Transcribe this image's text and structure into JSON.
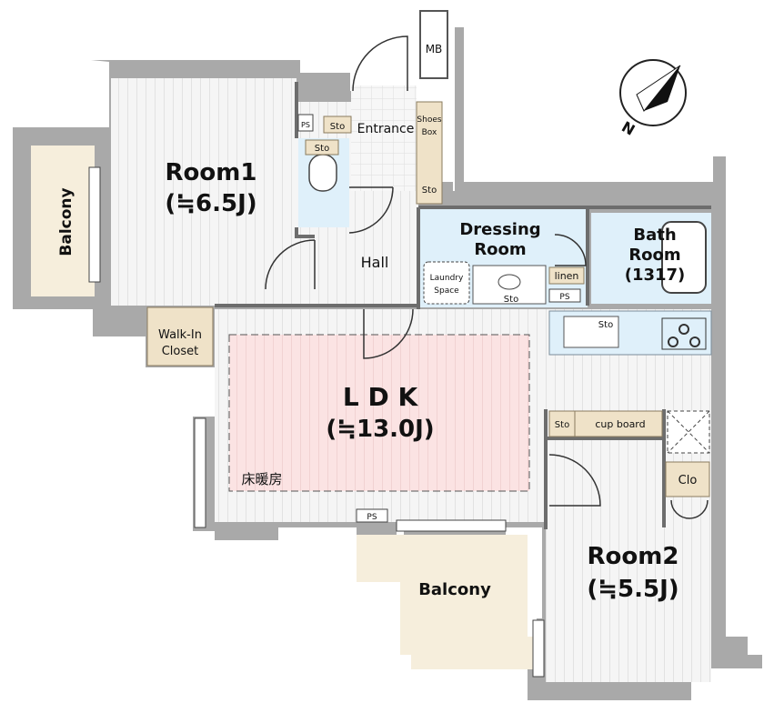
{
  "rooms": {
    "room1": {
      "name": "Room1",
      "size": "(≒6.5J)"
    },
    "room2": {
      "name": "Room2",
      "size": "(≒5.5J)"
    },
    "ldk": {
      "name": "L D K",
      "size": "(≒13.0J)",
      "floor_heating": "床暖房"
    },
    "balcony_left": "Balcony",
    "balcony_bottom": "Balcony",
    "dressing": {
      "line1": "Dressing",
      "line2": "Room"
    },
    "bath": {
      "line1": "Bath",
      "line2": "Room",
      "line3": "(1317)"
    },
    "hall": "Hall",
    "entrance": "Entrance",
    "walk_in": {
      "line1": "Walk-In",
      "line2": "Closet"
    },
    "mb": "MB",
    "shoes_box": {
      "line1": "Shoes",
      "line2": "Box"
    },
    "laundry": {
      "line1": "Laundry",
      "line2": "Space"
    },
    "linen": "linen",
    "cupboard": "cup board",
    "clo": "Clo"
  },
  "labels": {
    "sto": "Sto",
    "ps": "PS",
    "compass_n": "N"
  },
  "colors": {
    "wall": "#a9a9a9",
    "wood_floor": "#f4f4f4",
    "ldk_rug": "#fbe3e3",
    "wet_area": "#dff0fa",
    "storage": "#efe2c8",
    "balcony": "#f6eedc"
  }
}
